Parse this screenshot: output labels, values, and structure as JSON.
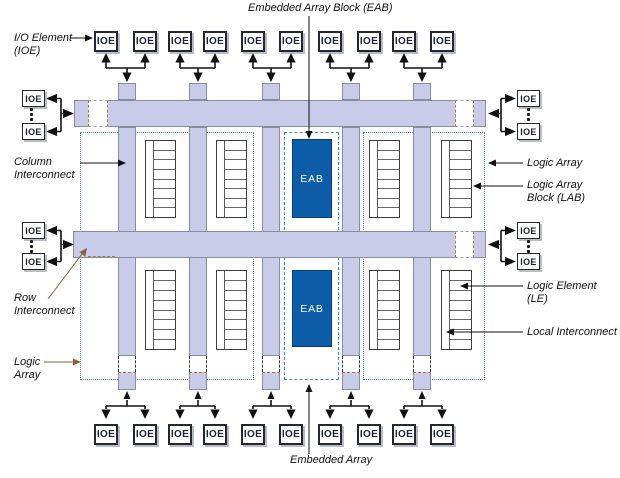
{
  "labels": {
    "eab_block": "Embedded Array Block (EAB)",
    "io_element": "I/O Element\n(IOE)",
    "column_interconnect": "Column\nInterconnect",
    "row_interconnect": "Row\nInterconnect",
    "logic_array_left": "Logic\nArray",
    "logic_array_right": "Logic Array",
    "logic_array_block": "Logic Array\nBlock (LAB)",
    "logic_element": "Logic Element (LE)",
    "local_interconnect": "Local Interconnect",
    "embedded_array": "Embedded Array"
  },
  "blocks": {
    "ioe_label": "IOE",
    "eab_label": "EAB"
  },
  "structure": {
    "top_ioe_count": 10,
    "bottom_ioe_count": 10,
    "left_ioe_count": 4,
    "right_ioe_count": 4,
    "lab_count": 8,
    "logic_elements_per_lab": 8,
    "eab_count": 2,
    "row_interconnect_count": 2,
    "column_interconnect_count": 5
  },
  "colors": {
    "interconnect_fill": "#c8cce8",
    "interconnect_border": "#858da1",
    "eab_fill": "#0d5ca8",
    "eab_text": "#ffffff",
    "dotted_border": "#4a86c8",
    "ink": "#111111",
    "brown_leader": "#8b5e3c",
    "tan_dash": "#b0763c",
    "background": "#ffffff"
  }
}
